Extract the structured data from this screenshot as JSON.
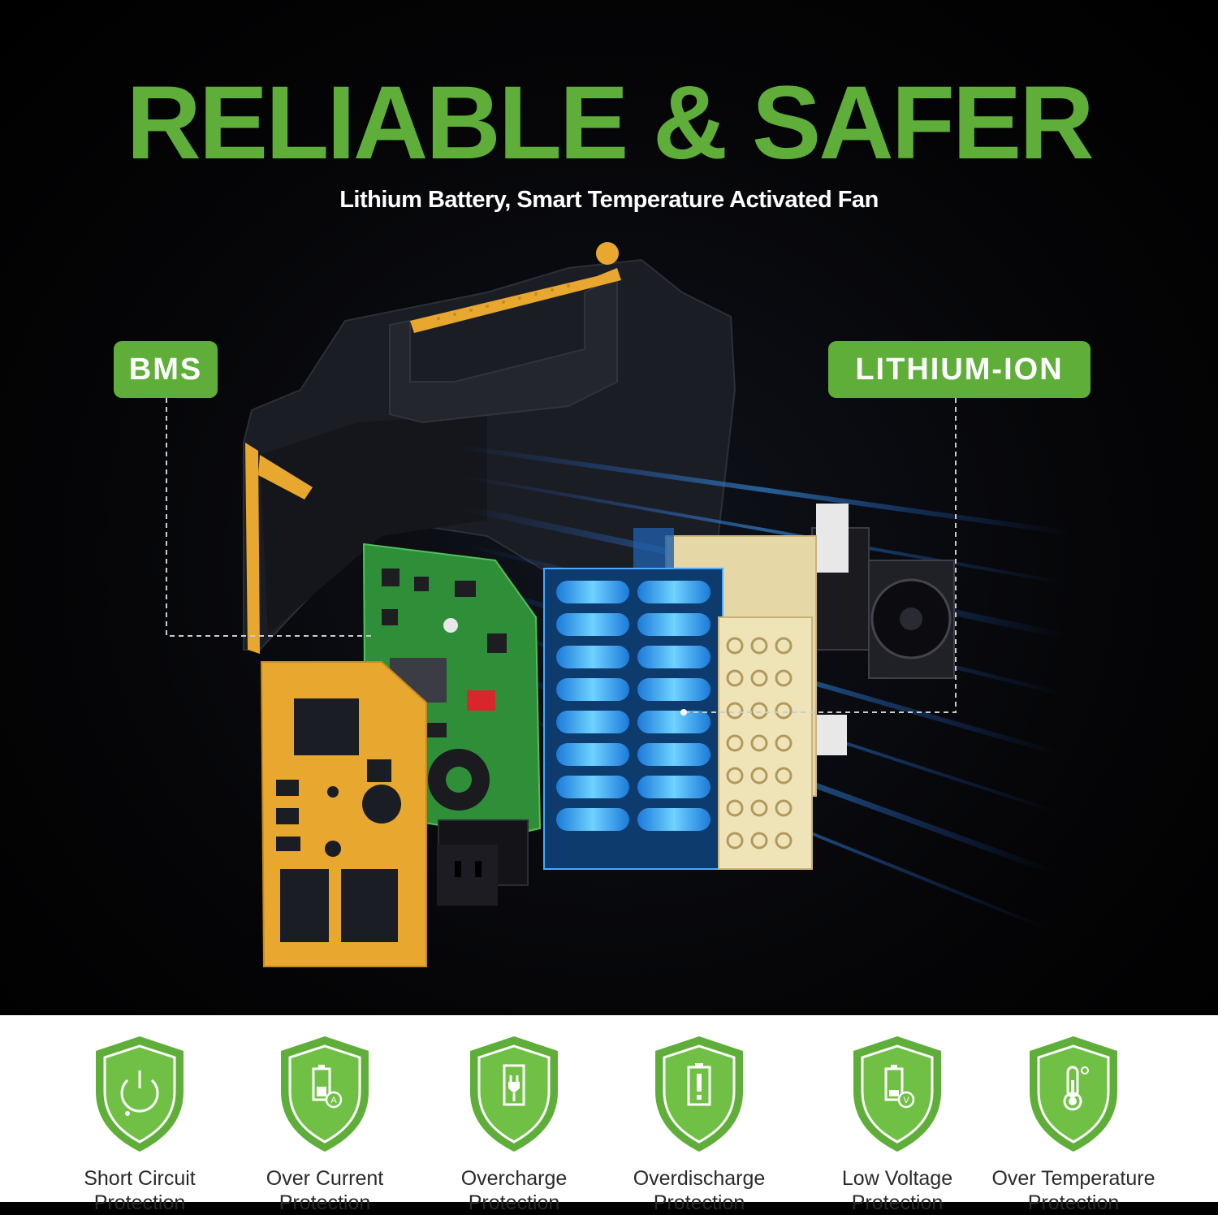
{
  "header": {
    "title": "RELIABLE & SAFER",
    "subtitle": "Lithium Battery, Smart Temperature Activated Fan"
  },
  "callouts": {
    "bms": "BMS",
    "lithium": "LITHIUM-ION"
  },
  "colors": {
    "accent": "#5fae3a",
    "body_yellow": "#e8a72e",
    "cell_blue": "#3fb8ff"
  },
  "features": [
    {
      "icon": "power-shield-icon",
      "line1": "Short Circuit",
      "line2": "Protection"
    },
    {
      "icon": "battery-current-shield-icon",
      "line1": "Over Current",
      "line2": "Protection"
    },
    {
      "icon": "charging-plug-shield-icon",
      "line1": "Overcharge",
      "line2": "Protection"
    },
    {
      "icon": "warning-battery-shield-icon",
      "line1": "Overdischarge",
      "line2": "Protection"
    },
    {
      "icon": "battery-voltage-shield-icon",
      "line1": "Low Voltage",
      "line2": "Protection"
    },
    {
      "icon": "thermometer-shield-icon",
      "line1": "Over Temperature",
      "line2": "Protection"
    }
  ]
}
